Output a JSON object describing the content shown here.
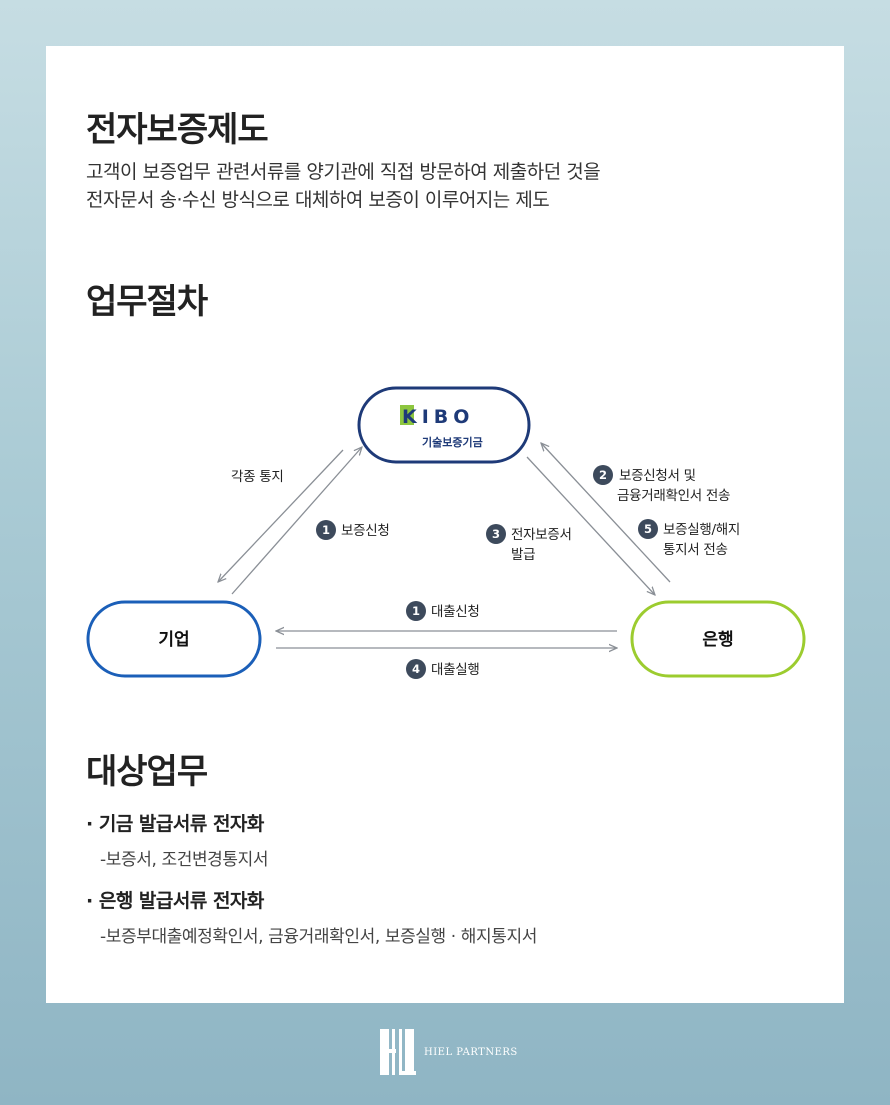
{
  "section1": {
    "title": "전자보증제도",
    "desc_line1": "고객이 보증업무 관련서류를 양기관에 직접 방문하여 제출하던 것을",
    "desc_line2": "전자문서 송·수신 방식으로 대체하여 보증이 이루어지는 제도"
  },
  "section2": {
    "title": "업무절차",
    "diagram": {
      "nodes": {
        "kibo_logo": "KIBO",
        "kibo_name": "기술보증기금",
        "company": "기업",
        "bank": "은행"
      },
      "edges": {
        "notice": "각종 통지",
        "apply": {
          "num": "1",
          "label": "보증신청"
        },
        "issue": {
          "num": "3",
          "line1": "전자보증서",
          "line2": "발급"
        },
        "request_docs": {
          "num": "2",
          "line1": "보증신청서 및",
          "line2": "금융거래확인서 전송"
        },
        "execution": {
          "num": "5",
          "line1": "보증실행/해지",
          "line2": "통지서 전송"
        },
        "loan_apply": {
          "num": "1",
          "label": "대출신청"
        },
        "loan_exec": {
          "num": "4",
          "label": "대출실행"
        }
      },
      "colors": {
        "kibo": "#1e3a78",
        "kibo_accent": "#8dc63f",
        "company": "#1b5fb8",
        "bank": "#9ccc2f",
        "badge": "#3d4a5c",
        "arrow": "#8a8f96"
      }
    }
  },
  "section3": {
    "title": "대상업무",
    "items": [
      {
        "title": "· 기금 발급서류 전자화",
        "detail": "-보증서, 조건변경통지서"
      },
      {
        "title": "· 은행 발급서류 전자화",
        "detail": "-보증부대출예정확인서, 금융거래확인서, 보증실행 · 해지통지서"
      }
    ]
  },
  "footer": {
    "brand": "HIEL PARTNERS"
  }
}
